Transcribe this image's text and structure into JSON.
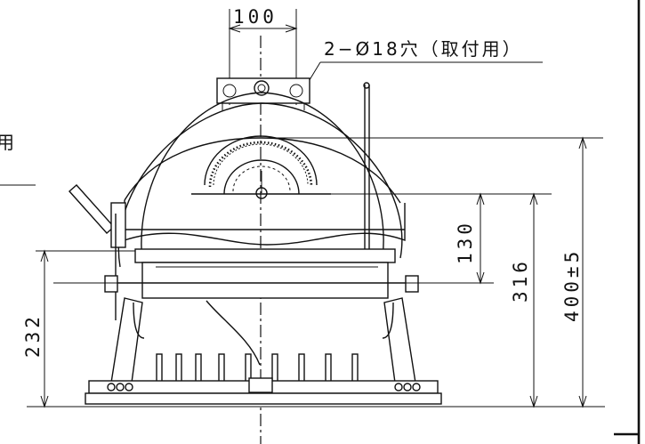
{
  "drawing": {
    "hole_note": "2−Ø18穴（取付用）",
    "left_note_partial": "用",
    "dimensions": {
      "top_width": "100",
      "left_height": "232",
      "scale_height": "130",
      "mid_height": "316",
      "overall_height": "400±5"
    }
  }
}
